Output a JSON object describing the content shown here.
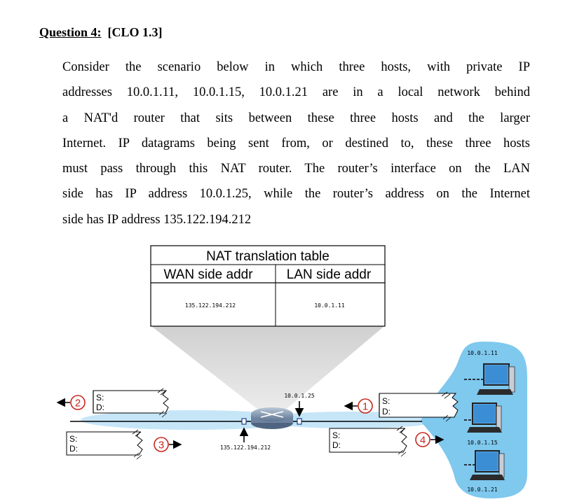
{
  "question": {
    "label": "Question 4:",
    "clo": "[CLO 1.3]",
    "lines": [
      "Consider the scenario below in which three hosts, with private IP",
      "addresses 10.0.1.11, 10.0.1.15, 10.0.1.21 are in a local network behind",
      "a NAT'd router that sits between these three hosts and the larger",
      "Internet. IP datagrams being sent from, or destined to, these three hosts",
      "must pass through this NAT router. The router’s interface on the LAN",
      "side has IP address 10.0.1.25, while the router’s address on the Internet",
      "side has IP address 135.122.194.212"
    ]
  },
  "nat_table": {
    "title": "NAT translation table",
    "col_wan": "WAN side addr",
    "col_lan": "LAN side addr",
    "wan_value": "135.122.194.212",
    "lan_value": "10.0.1.11"
  },
  "router": {
    "lan_ip": "10.0.1.25",
    "wan_ip": "135.122.194.212"
  },
  "hosts": [
    {
      "ip": "10.0.1.11"
    },
    {
      "ip": "10.0.1.15"
    },
    {
      "ip": "10.0.1.21"
    }
  ],
  "datagrams": [
    {
      "num": "1",
      "s": "S:",
      "d": "D:"
    },
    {
      "num": "2",
      "s": "S:",
      "d": "D:"
    },
    {
      "num": "3",
      "s": "S:",
      "d": "D:"
    },
    {
      "num": "4",
      "s": "S:",
      "d": "D:"
    }
  ],
  "colors": {
    "lan_blob": "#7fc8ee",
    "cone": "#d4d4d4",
    "marker": "#c8281e",
    "router": "#7a8ea6"
  }
}
